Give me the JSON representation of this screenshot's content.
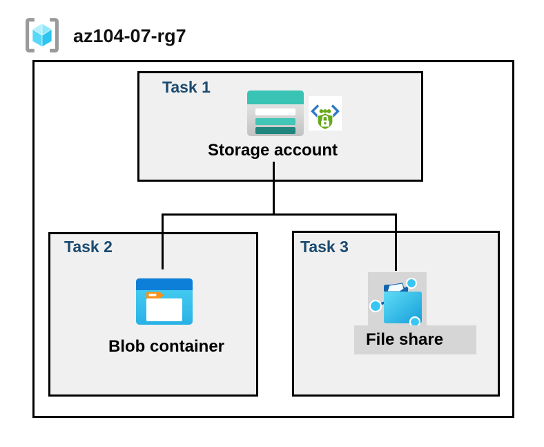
{
  "header": {
    "resource_group_name": "az104-07-rg7"
  },
  "tasks": [
    {
      "label": "Task 1",
      "resource_label": "Storage account",
      "icon": "storage-account-icon"
    },
    {
      "label": "Task 2",
      "resource_label": "Blob container",
      "icon": "blob-container-icon"
    },
    {
      "label": "Task 3",
      "resource_label": "File share",
      "icon": "file-share-icon"
    }
  ],
  "connections": [
    {
      "from": "Storage account",
      "to": "Blob container"
    },
    {
      "from": "Storage account",
      "to": "File share"
    }
  ],
  "colors": {
    "task-label": "#1b4a70",
    "panel-fill": "#f0f0f0",
    "panel-border": "#000000",
    "highlight-gray": "#d6d6d6",
    "storage-teal": "#38c3b4",
    "storage-teal-mid": "#41c6b7",
    "storage-teal-dark": "#20867d",
    "blob-blue": "#0e7fd9",
    "folder-orange": "#f6931d",
    "sas-blue": "#2d78c9",
    "sas-green": "#67a81c",
    "fileshare-navy": "#1264ad",
    "fileshare-cyan": "#38c6f2",
    "bracket-gray": "#9a9a9a"
  }
}
